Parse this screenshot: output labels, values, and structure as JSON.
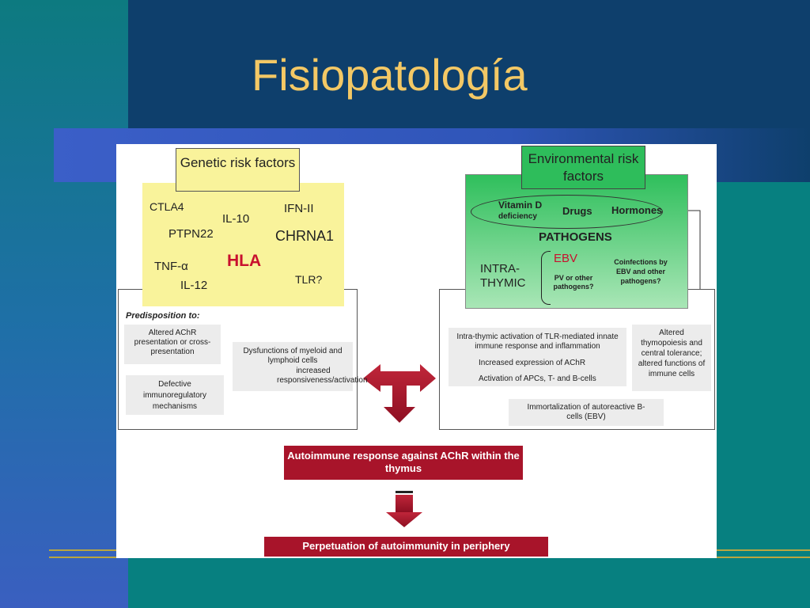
{
  "slide": {
    "title": "Fisiopatología"
  },
  "genetic": {
    "header": "Genetic risk factors",
    "factors": {
      "ctla4": "CTLA4",
      "il10": "IL-10",
      "ifn": "IFN-II",
      "ptpn22": "PTPN22",
      "chrna1": "CHRNA1",
      "tnf": "TNF-α",
      "hla": "HLA",
      "il12": "IL-12",
      "tlr": "TLR?"
    },
    "predisposition_label": "Predisposition to:",
    "items": {
      "achr": "Altered AChR presentation or cross-presentation",
      "defective": "Defective immunoregulatory mechanisms",
      "dysfunction_line1": "Dysfunctions of myeloid and lymphoid cells",
      "dysfunction_line2": "increased responsiveness/activation"
    }
  },
  "environmental": {
    "header": "Environmental risk factors",
    "vitamin_d": "Vitamin D",
    "deficiency": "deficiency",
    "drugs": "Drugs",
    "hormones": "Hormones",
    "pathogens": "PATHOGENS",
    "intra": "INTRA-",
    "thymic": "THYMIC",
    "ebv": "EBV",
    "pv": "PV or other pathogens?",
    "coinfections": "Coinfections by EBV and other pathogens?",
    "intra_activation": "Intra-thymic activation of TLR-mediated innate immune response and inflammation",
    "increased_achr": "Increased expression of AChR",
    "activation_apcs": "Activation of APCs, T- and B-cells",
    "altered_thymo": "Altered thymopoiesis and central tolerance; altered functions of immune cells",
    "immortalization": "Immortalization of autoreactive B-cells (EBV)"
  },
  "outcome": {
    "autoimmune": "Autoimmune response against AChR within the thymus",
    "perpetuation": "Perpetuation of autoimmunity in periphery"
  },
  "colors": {
    "title": "#f3c865",
    "arrow_blue": "#2a3fb0",
    "arrow_red": "#a8142a",
    "genetic_fill": "#f9f39b",
    "env_fill": "#2ebd5b"
  }
}
